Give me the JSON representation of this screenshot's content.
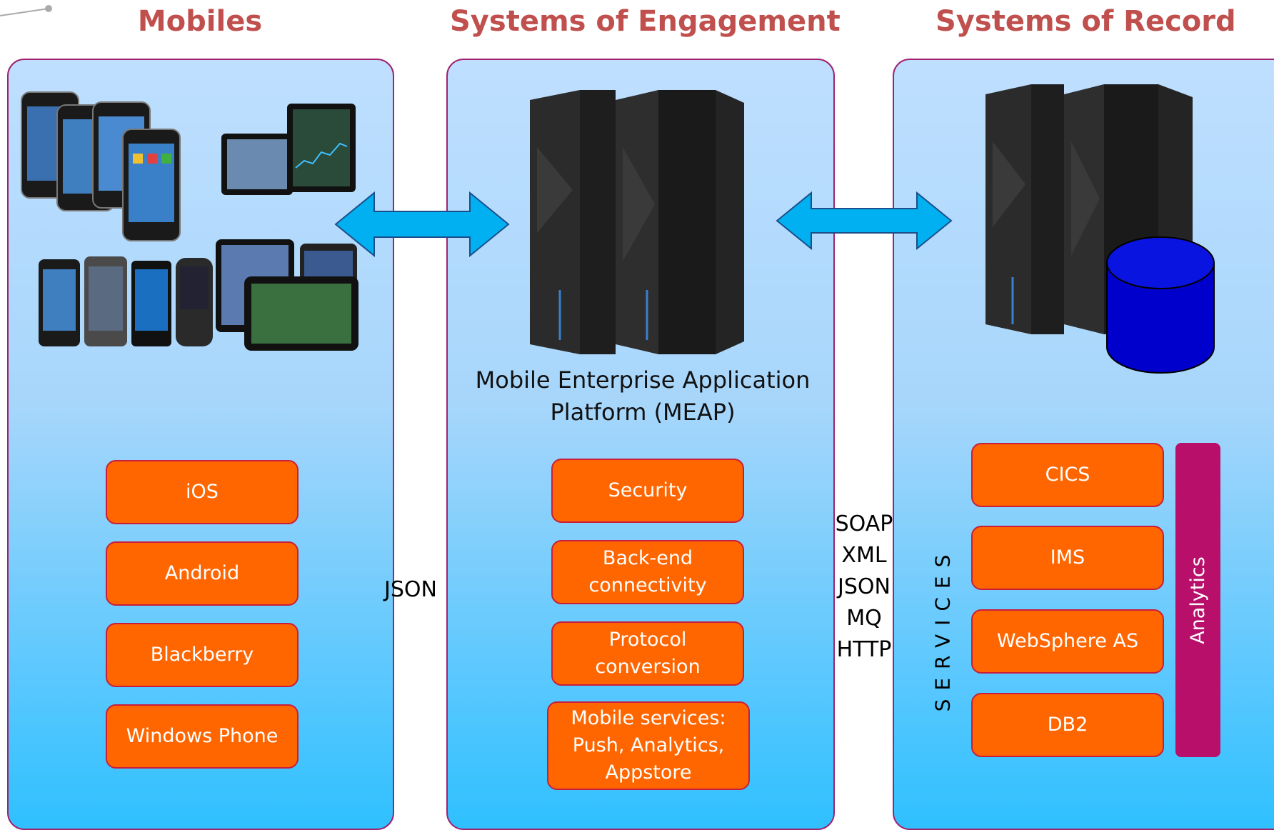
{
  "columns": {
    "mobiles": {
      "title": "Mobiles"
    },
    "engagement": {
      "title": "Systems of Engagement"
    },
    "record": {
      "title": "Systems of Record"
    }
  },
  "mobiles": {
    "platforms": [
      "iOS",
      "Android",
      "Blackberry",
      "Windows Phone"
    ]
  },
  "engagement": {
    "server_label_line1": "Mobile Enterprise Application",
    "server_label_line2": "Platform (MEAP)",
    "features": [
      "Security",
      "Back-end connectivity",
      "Protocol conversion",
      "Mobile services: Push, Analytics, Appstore"
    ]
  },
  "connections": {
    "mobile_to_engagement": "JSON",
    "engagement_to_record": [
      "SOAP",
      "XML",
      "JSON",
      "MQ",
      "HTTP"
    ]
  },
  "record": {
    "services_label": "SERVICES",
    "services": [
      "CICS",
      "IMS",
      "WebSphere AS",
      "DB2"
    ],
    "analytics_label": "Analytics"
  },
  "colors": {
    "title": "#c0504d",
    "box_fill": "#ff6600",
    "box_border": "#c81e3c",
    "panel_border": "#a0226e",
    "analytics": "#b80f6b",
    "arrow": "#00b0f0",
    "database": "#0000cc"
  }
}
